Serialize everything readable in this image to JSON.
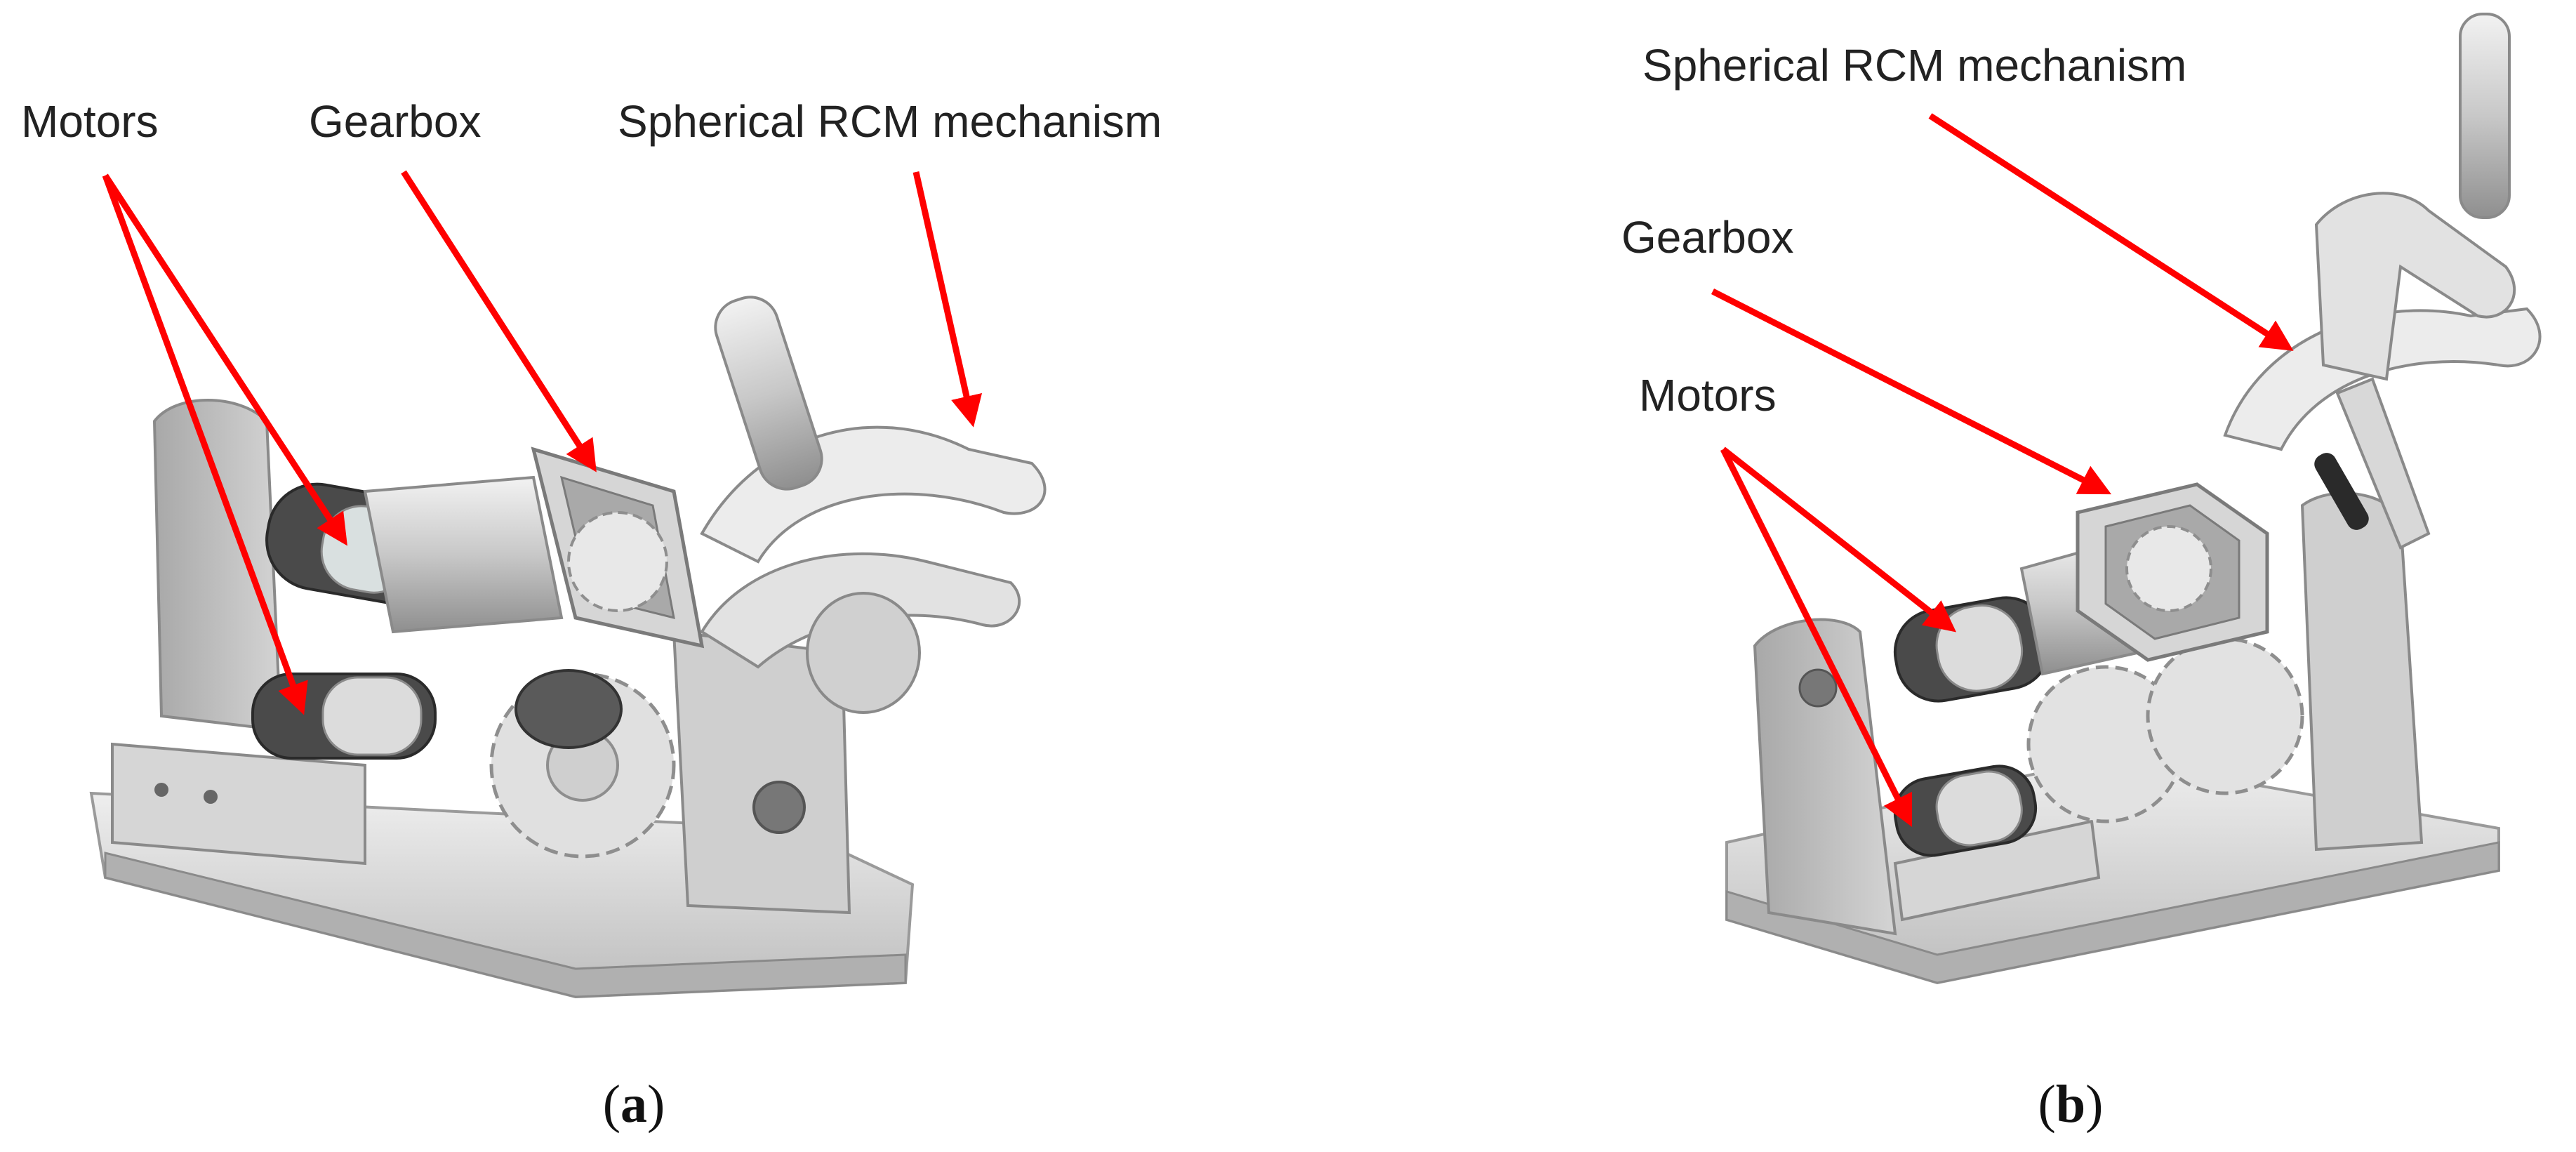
{
  "panels": [
    {
      "id": "a",
      "caption_open": "(",
      "caption_letter": "a",
      "caption_close": ")",
      "labels": {
        "motors": "Motors",
        "gearbox": "Gearbox",
        "rcm": "Spherical RCM mechanism"
      }
    },
    {
      "id": "b",
      "caption_open": "(",
      "caption_letter": "b",
      "caption_close": ")",
      "labels": {
        "motors": "Motors",
        "gearbox": "Gearbox",
        "rcm": "Spherical RCM mechanism"
      }
    }
  ],
  "colors": {
    "arrow": "#ff0000",
    "metal_light": "#e6e6e6",
    "metal_mid": "#c4c4c4",
    "metal_dark": "#8e8e8e",
    "motor_dark": "#3a3a3a"
  }
}
